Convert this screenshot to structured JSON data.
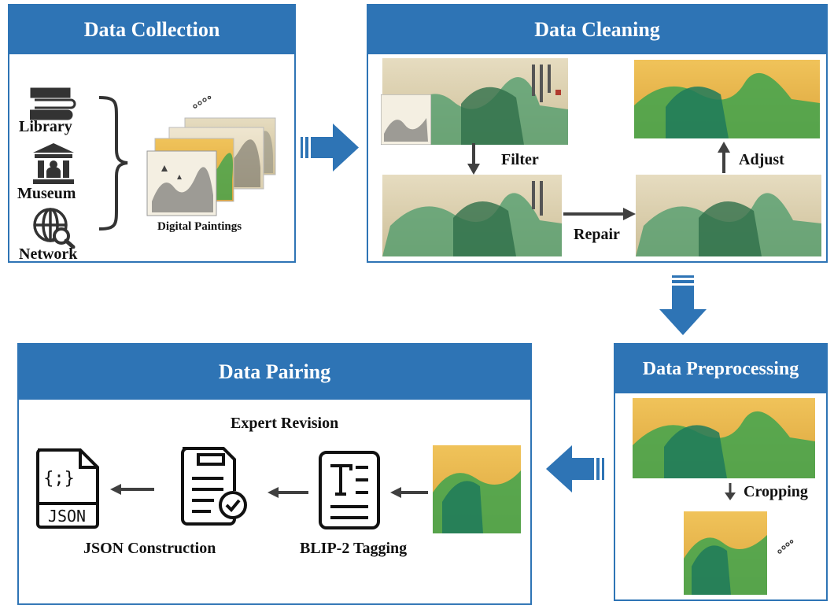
{
  "colors": {
    "panel_blue": "#2e74b5",
    "arrow_gray": "#404040",
    "paint_gold": "#e8b84a",
    "paint_green": "#3fa34d"
  },
  "panels": {
    "collection": {
      "title": "Data Collection"
    },
    "cleaning": {
      "title": "Data Cleaning"
    },
    "preprocessing": {
      "title": "Data Preprocessing"
    },
    "pairing": {
      "title": "Data Pairing"
    }
  },
  "collection": {
    "sources": [
      "Library",
      "Museum",
      "Network"
    ],
    "paintings_label": "Digital Paintings",
    "icons": [
      "books-icon",
      "museum-icon",
      "globe-search-icon"
    ]
  },
  "cleaning": {
    "steps": {
      "filter": "Filter",
      "repair": "Repair",
      "adjust": "Adjust"
    }
  },
  "preprocessing": {
    "step": "Cropping"
  },
  "pairing": {
    "expert": "Expert Revision",
    "blip": "BLIP-2 Tagging",
    "json_construction": "JSON Construction",
    "json_icon_text": "JSON",
    "json_braces": "{;}"
  }
}
